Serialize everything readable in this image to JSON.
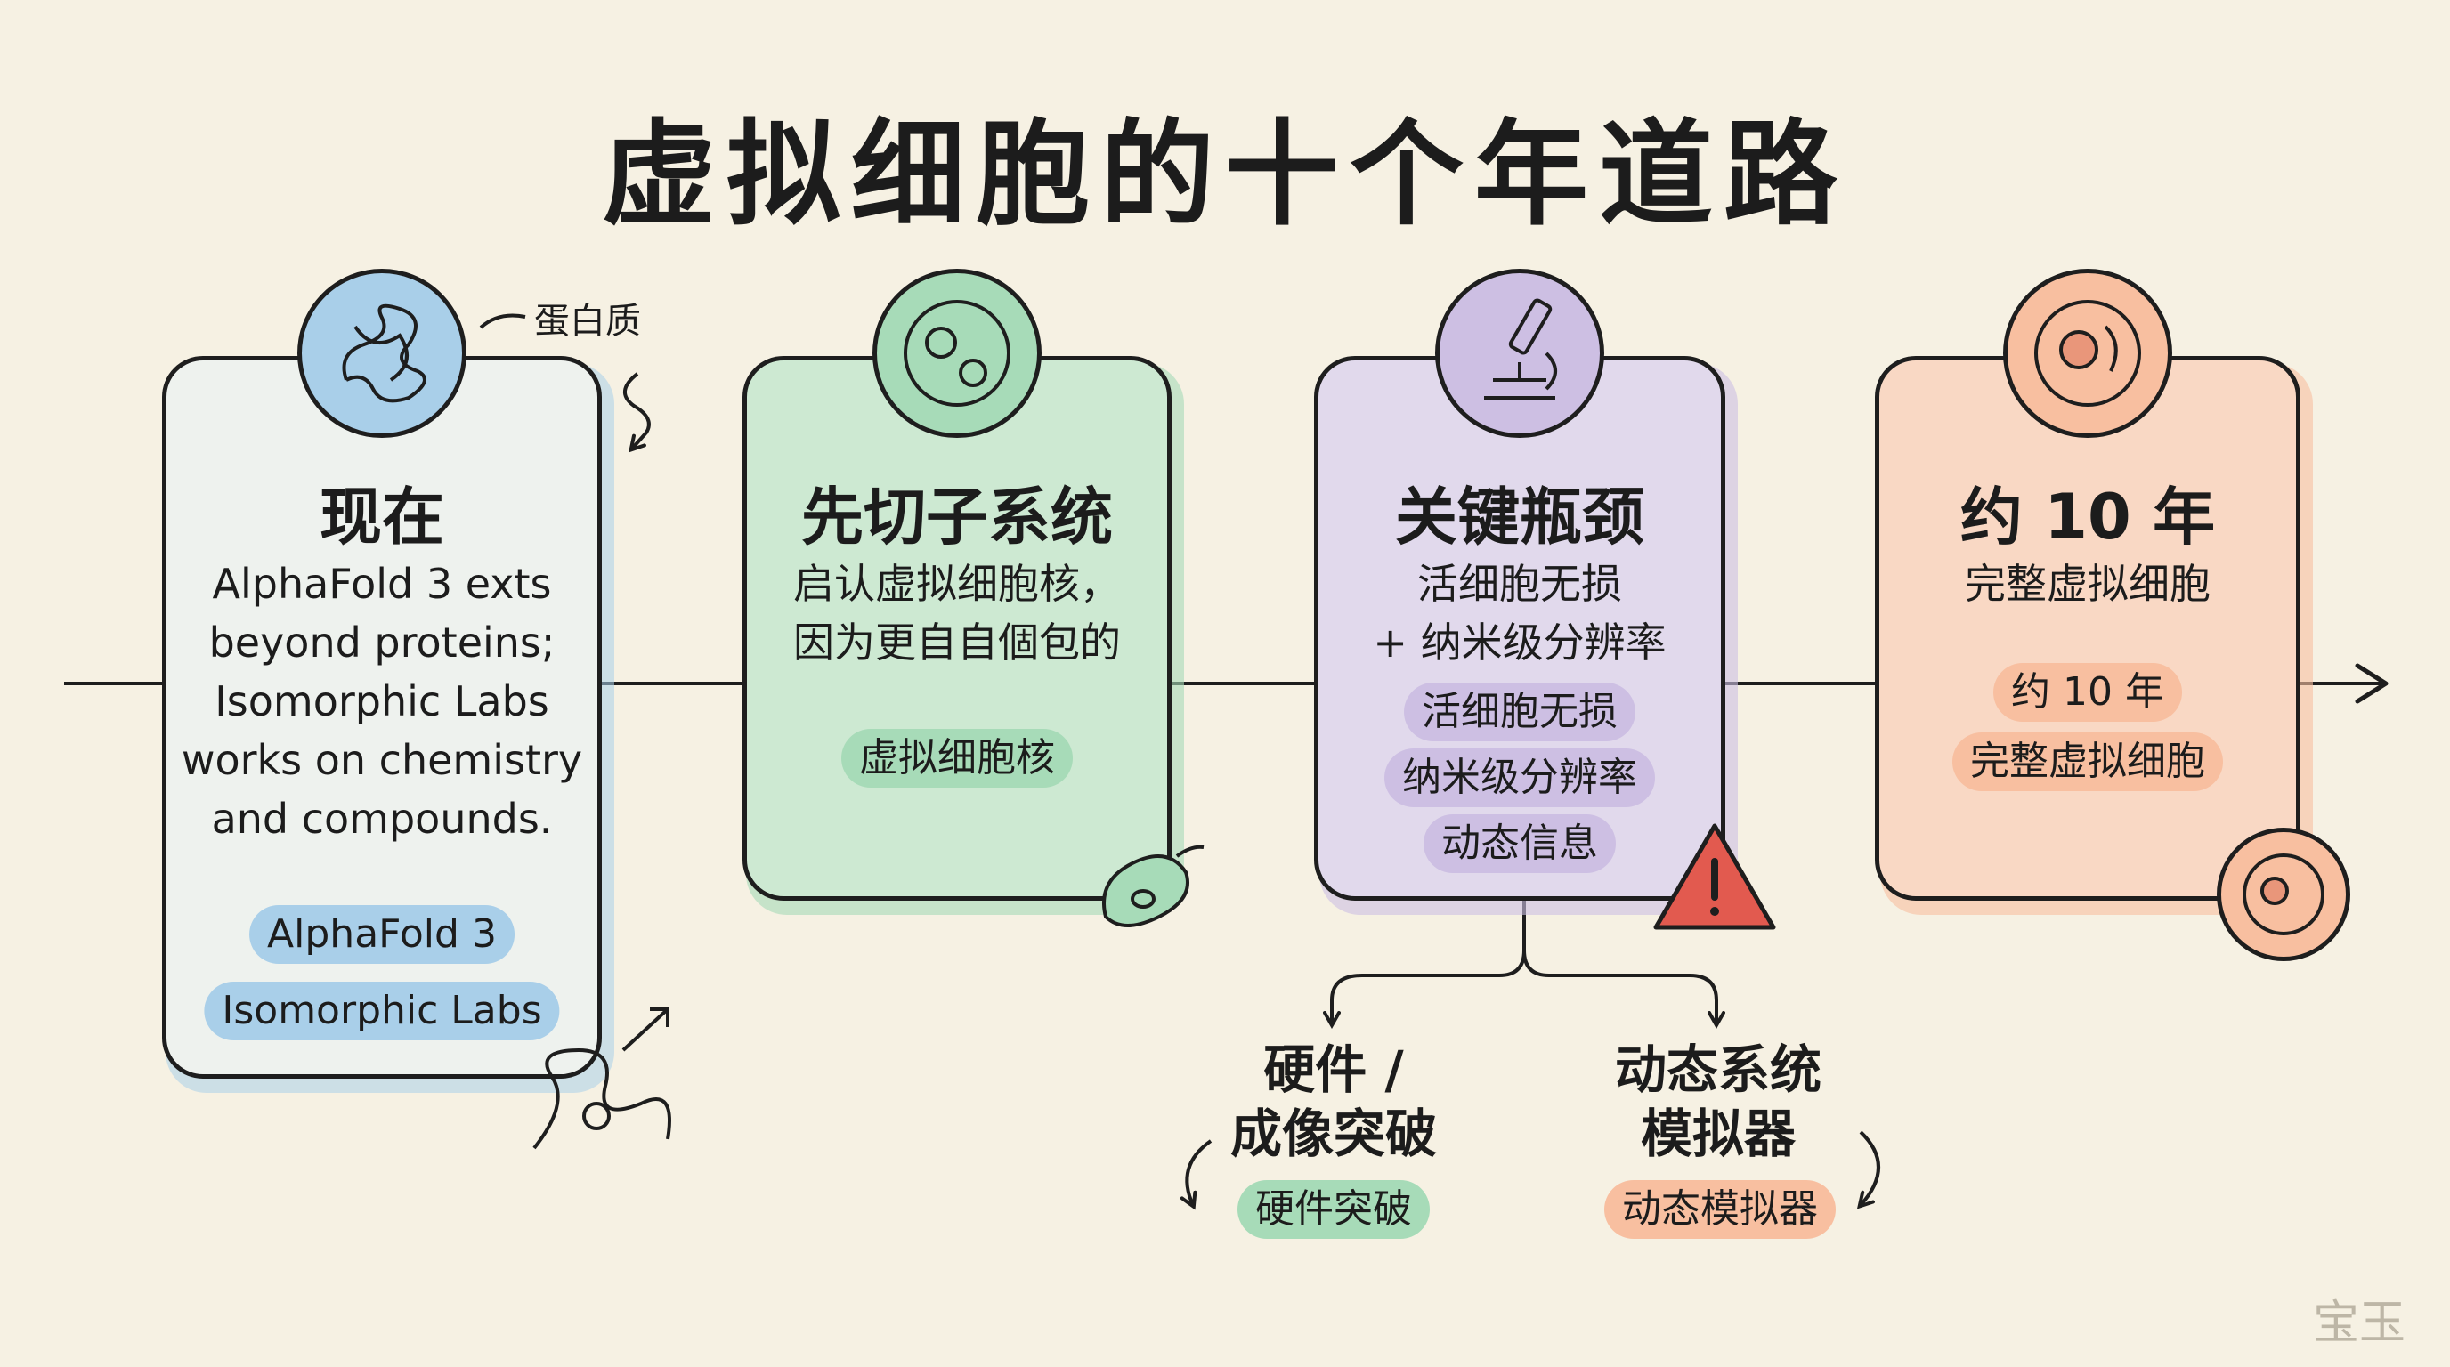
{
  "title": "虚拟细胞的十个年道路",
  "annotation_protein": "蛋白质",
  "stages": [
    {
      "title": "现在",
      "lines": [
        "AlphaFold 3 exts",
        "beyond proteins;",
        "Isomorphic Labs",
        "works on chemistry",
        "and compounds."
      ],
      "tags": [
        "AlphaFold 3",
        "Isomorphic Labs"
      ],
      "icon": "protein-icon",
      "color": "#a9cfe9"
    },
    {
      "title": "先切子系统",
      "lines": [
        "启认虚拟细胞核，",
        "因为更自自個包的"
      ],
      "tags": [
        "虚拟细胞核"
      ],
      "icon": "cell-nucleus-icon",
      "color": "#a7dbb8"
    },
    {
      "title": "关键瓶颈",
      "lines": [
        "活细胞无损",
        "+ 纳米级分辨率"
      ],
      "tags": [
        "活细胞无损",
        "纳米级分辨率",
        "动态信息"
      ],
      "icon": "microscope-icon",
      "color": "#cdbfe3"
    },
    {
      "title": "约 10 年",
      "lines": [
        "完整虚拟细胞"
      ],
      "tags": [
        "约 10 年",
        "完整虚拟细胞"
      ],
      "icon": "cell-icon",
      "color": "#f8bfa0"
    }
  ],
  "branches": [
    {
      "lines": [
        "硬件 /",
        "成像突破"
      ],
      "tag": "硬件突破",
      "tag_color": "#a7dbb8"
    },
    {
      "lines": [
        "动态系统",
        "模拟器"
      ],
      "tag": "动态模拟器",
      "tag_color": "#f8bfa0"
    }
  ],
  "watermark": "宝玉",
  "icons": [
    "protein-icon",
    "cell-nucleus-icon",
    "microscope-icon",
    "cell-icon",
    "bacterium-icon",
    "warning-icon",
    "molecule-icon",
    "arrow-icon"
  ]
}
